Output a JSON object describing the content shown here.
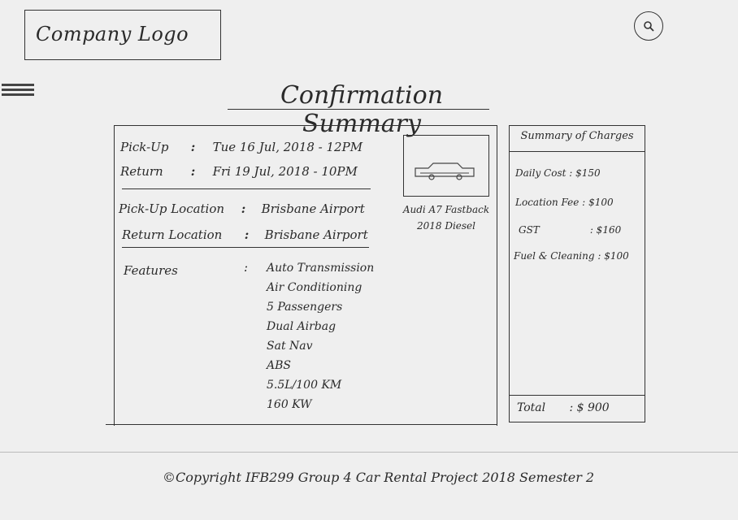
{
  "header": {
    "logo_text": "Company Logo",
    "search_icon": "search-icon",
    "menu_icon": "hamburger-menu-icon"
  },
  "page_title": "Confirmation Summary",
  "booking": {
    "pickup_label": "Pick-Up",
    "pickup_value": "Tue 16 Jul, 2018 - 12PM",
    "return_label": "Return",
    "return_value": "Fri 19 Jul, 2018 - 10PM",
    "pickup_location_label": "Pick-Up Location",
    "pickup_location_value": "Brisbane Airport",
    "return_location_label": "Return Location",
    "return_location_value": "Brisbane Airport",
    "colon": ":"
  },
  "vehicle": {
    "name": "Audi A7 Fastback",
    "year_fuel": "2018 Diesel",
    "image_icon": "car-icon"
  },
  "features": {
    "label": "Features",
    "items": [
      "Auto Transmission",
      "Air Conditioning",
      "5 Passengers",
      "Dual Airbag",
      "Sat Nav",
      "ABS",
      "5.5L/100 KM",
      "160 KW"
    ]
  },
  "charges": {
    "title": "Summary of Charges",
    "daily_cost_label": "Daily Cost :",
    "daily_cost_value": "$150",
    "location_fee_label": "Location Fee :",
    "location_fee_value": "$100",
    "gst_label": "GST",
    "gst_value": ": $160",
    "fuel_cleaning_label": "Fuel & Cleaning :",
    "fuel_cleaning_value": "$100",
    "total_label": "Total",
    "total_value": ": $ 900"
  },
  "footer": {
    "text": "©Copyright  IFB299  Group 4 Car Rental Project 2018 Semester 2"
  }
}
